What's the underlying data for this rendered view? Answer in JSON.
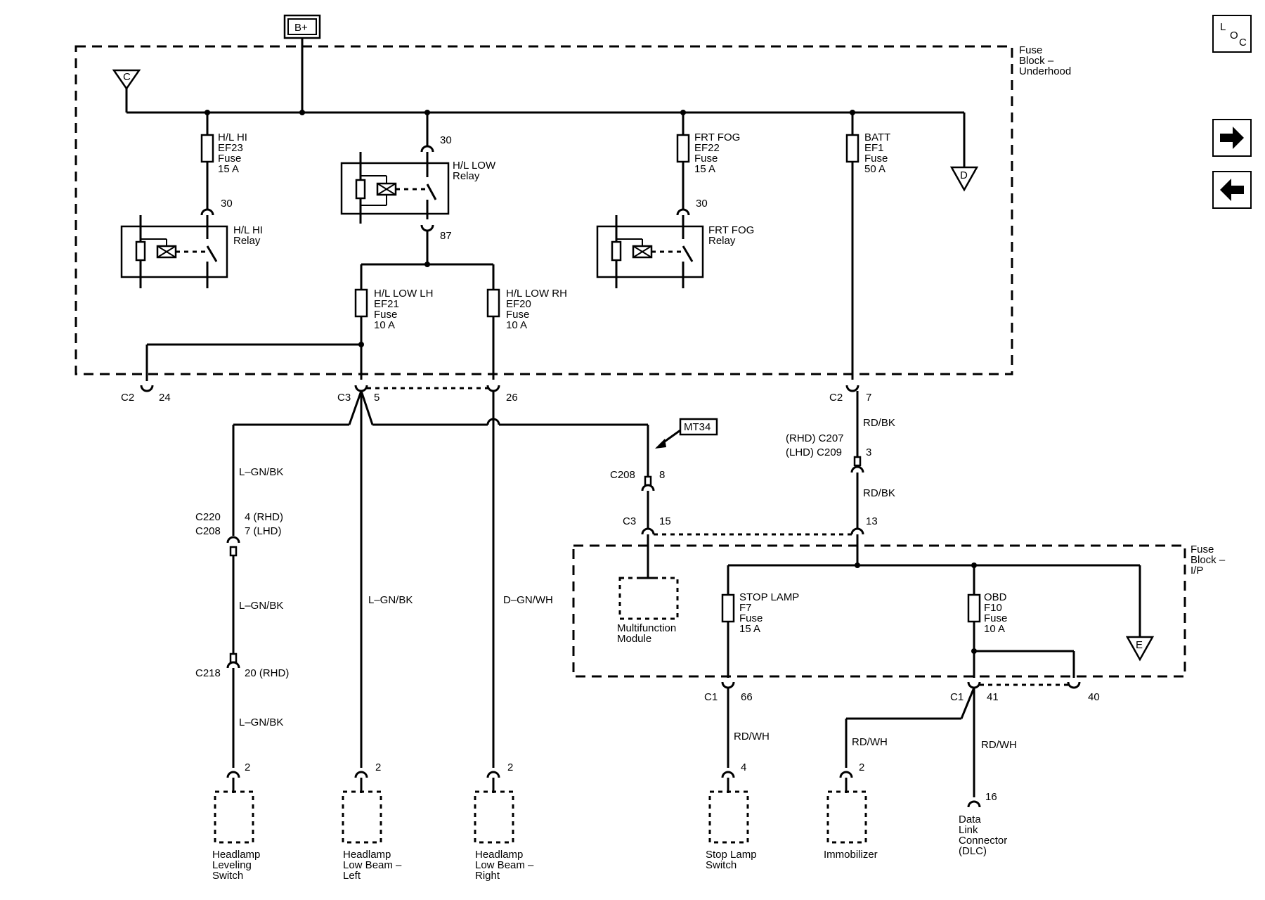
{
  "nav": {
    "loc_label_l": "L",
    "loc_label_o": "O",
    "loc_label_c": "C"
  },
  "power": {
    "source": "B+"
  },
  "terminals": {
    "c": "C",
    "d": "D",
    "e": "E"
  },
  "blocks": {
    "underhood": [
      "Fuse",
      "Block –",
      "Underhood"
    ],
    "ip": [
      "Fuse",
      "Block –",
      "I/P"
    ]
  },
  "fuses": {
    "hl_hi": [
      "H/L HI",
      "EF23",
      "Fuse",
      "15 A"
    ],
    "hl_low_lh": [
      "H/L LOW LH",
      "EF21",
      "Fuse",
      "10 A"
    ],
    "hl_low_rh": [
      "H/L LOW RH",
      "EF20",
      "Fuse",
      "10 A"
    ],
    "frt_fog": [
      "FRT FOG",
      "EF22",
      "Fuse",
      "15 A"
    ],
    "batt": [
      "BATT",
      "EF1",
      "Fuse",
      "50 A"
    ],
    "stop_lamp": [
      "STOP LAMP",
      "F7",
      "Fuse",
      "15 A"
    ],
    "obd": [
      "OBD",
      "F10",
      "Fuse",
      "10 A"
    ]
  },
  "relays": {
    "hl_hi": [
      "H/L HI",
      "Relay"
    ],
    "hl_low": [
      "H/L LOW",
      "Relay"
    ],
    "frt_fog": [
      "FRT FOG",
      "Relay"
    ]
  },
  "pins": {
    "p30a": "30",
    "p30b": "30",
    "p30c": "30",
    "p87": "87",
    "c2": "C2",
    "c2_24": "24",
    "c3": "C3",
    "c3_5": "5",
    "c3_26": "26",
    "c2b": "C2",
    "c2_7": "7",
    "rhd_c207": "(RHD) C207",
    "lhd_c209": "(LHD) C209",
    "p3": "3",
    "p13": "13",
    "c208a": "C208",
    "p8": "8",
    "c3b": "C3",
    "p15": "15",
    "c220": "C220",
    "c208b": "C208",
    "p4rhd": "4 (RHD)",
    "p7lhd": "7 (LHD)",
    "c218": "C218",
    "p20rhd": "20 (RHD)",
    "c1a": "C1",
    "p66": "66",
    "c1b": "C1",
    "p41": "41",
    "p40": "40",
    "lev2": "2",
    "llb2": "2",
    "rlb2": "2",
    "sls4": "4",
    "imm2": "2",
    "dlc16": "16"
  },
  "wires": {
    "w1": "L–GN/BK",
    "w2": "L–GN/BK",
    "w3": "L–GN/BK",
    "w4": "L–GN/BK",
    "w5": "D–GN/WH",
    "w6": "RD/BK",
    "w7": "RD/BK",
    "w8": "RD/WH",
    "w9": "RD/WH",
    "w10": "RD/WH"
  },
  "mt34": "MT34",
  "components": {
    "mfm": [
      "Multifunction",
      "Module"
    ],
    "leveling": [
      "Headlamp",
      "Leveling",
      "Switch"
    ],
    "low_left": [
      "Headlamp",
      "Low Beam –",
      "Left"
    ],
    "low_right": [
      "Headlamp",
      "Low Beam –",
      "Right"
    ],
    "stop_sw": [
      "Stop Lamp",
      "Switch"
    ],
    "immobilizer": [
      "Immobilizer"
    ],
    "dlc": [
      "Data",
      "Link",
      "Connector",
      "(DLC)"
    ]
  }
}
